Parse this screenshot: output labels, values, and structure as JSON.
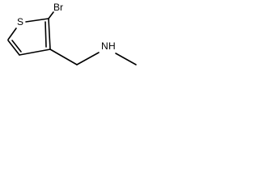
{
  "molecule": {
    "atoms": {
      "bromine": "Br",
      "sulfur": "S",
      "nitrogen": "N",
      "hydrogen": "H"
    },
    "colors": {
      "bond": "#000000",
      "background": "#ffffff"
    }
  }
}
